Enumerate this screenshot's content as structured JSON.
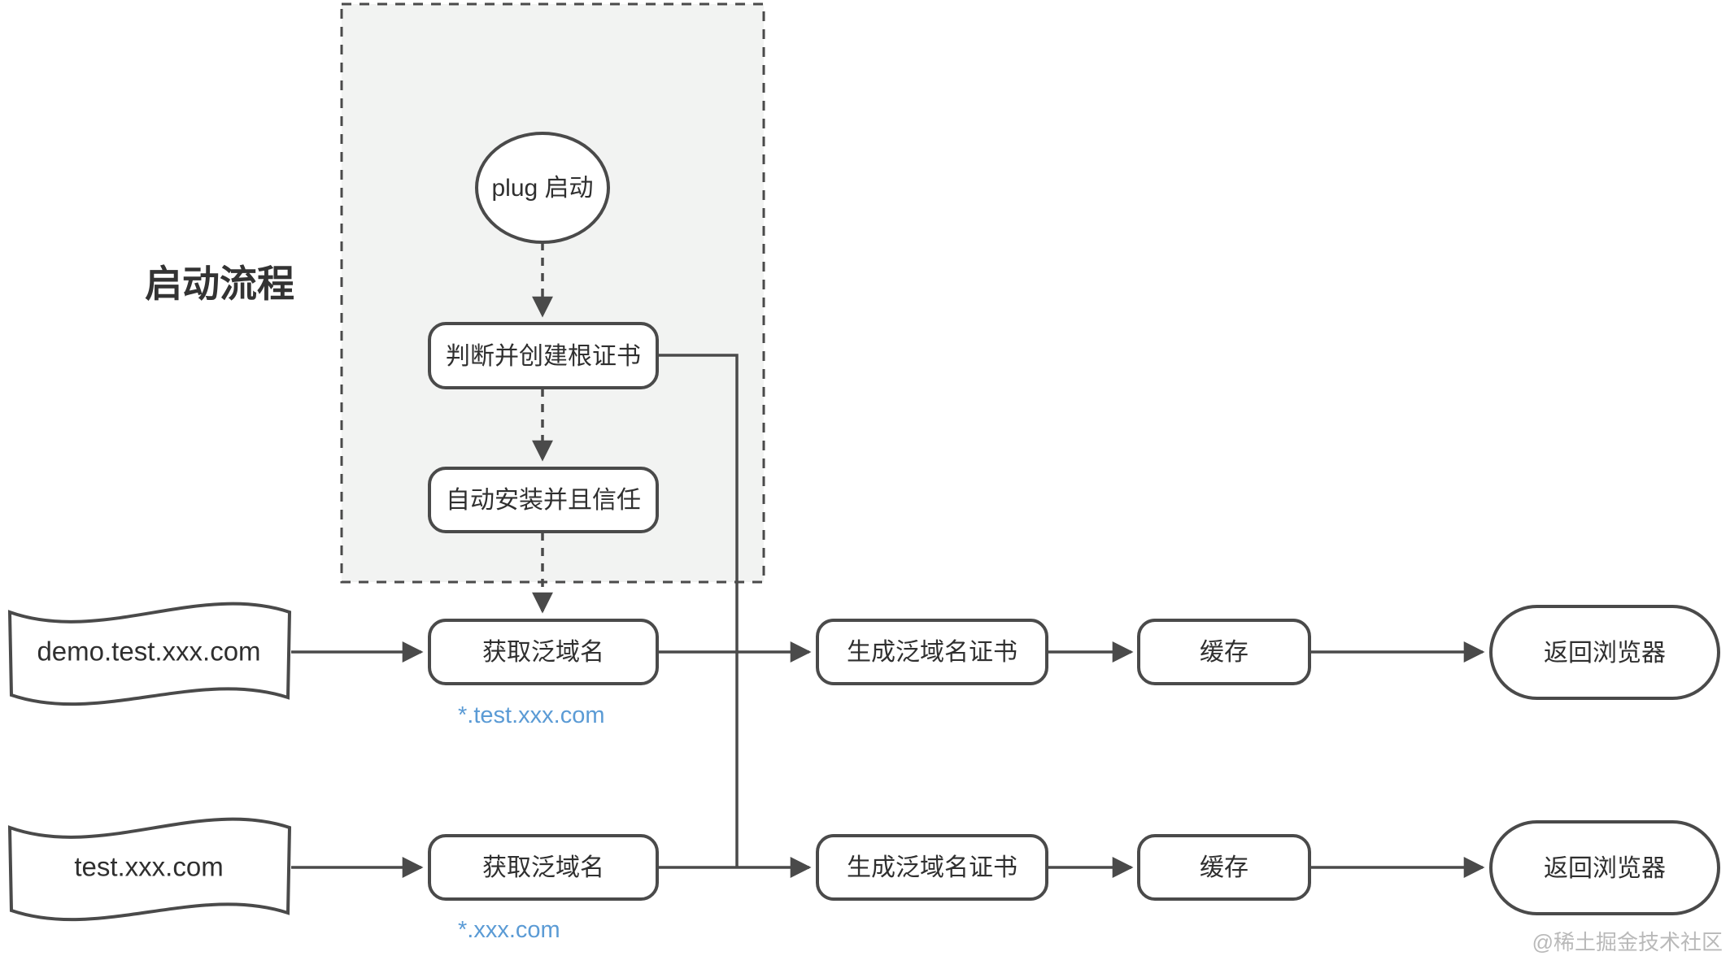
{
  "page": {
    "watermark": "@稀土掘金技术社区",
    "background": "#ffffff"
  },
  "colors": {
    "stroke": "#4a4a4a",
    "container_fill": "#f2f3f2",
    "accent_blue": "#5b9bd5",
    "text": "#2f2f2f",
    "watermark_gray": "#b9b9b9"
  },
  "startup_section": {
    "label": "启动流程",
    "nodes": {
      "start": "plug 启动",
      "create_root_cert": "判断并创建根证书",
      "auto_install_trust": "自动安装并且信任"
    }
  },
  "flow_rows": [
    {
      "source": "demo.test.xxx.com",
      "get_wildcard": "获取泛域名",
      "wildcard_label": "*.test.xxx.com",
      "gen_cert": "生成泛域名证书",
      "cache": "缓存",
      "return_browser": "返回浏览器"
    },
    {
      "source": "test.xxx.com",
      "get_wildcard": "获取泛域名",
      "wildcard_label": "*.xxx.com",
      "gen_cert": "生成泛域名证书",
      "cache": "缓存",
      "return_browser": "返回浏览器"
    }
  ]
}
